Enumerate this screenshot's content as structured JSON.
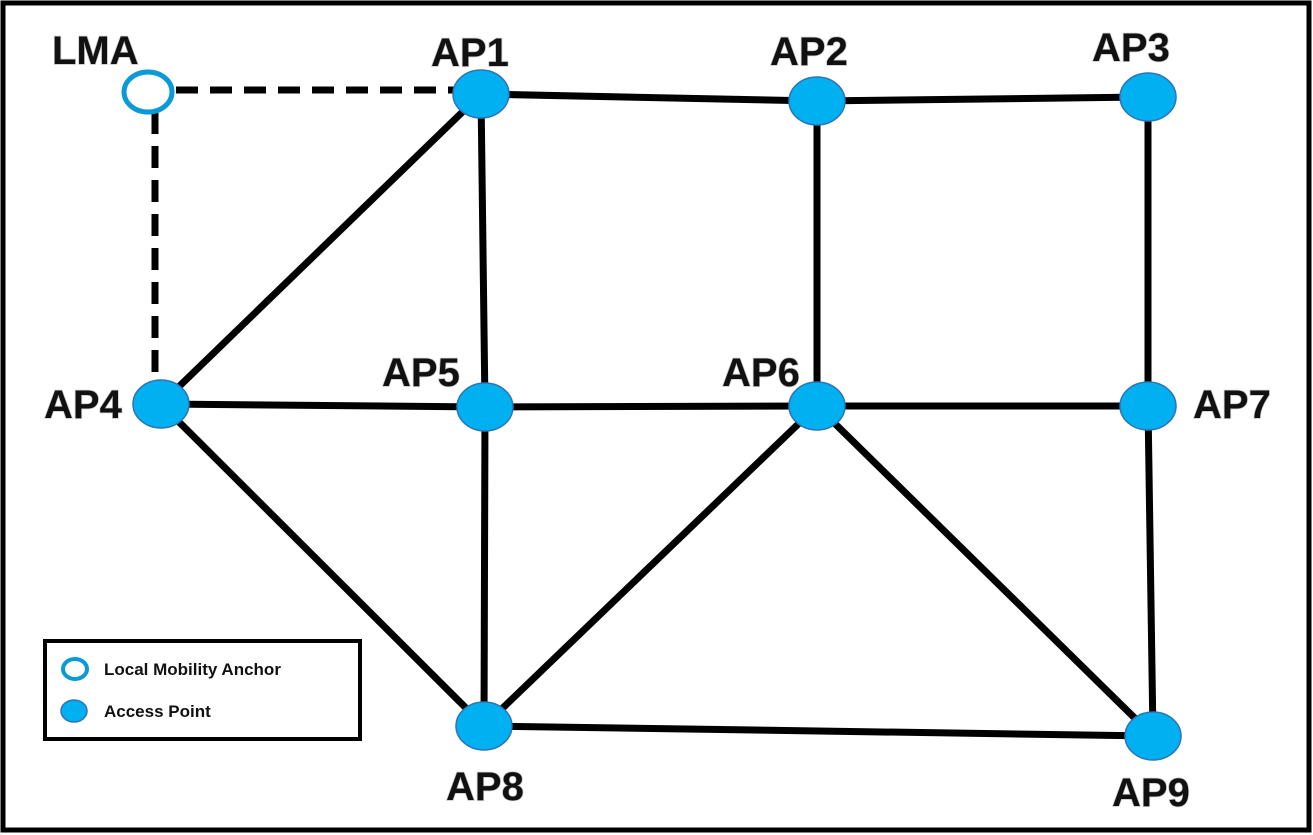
{
  "diagram": {
    "colors": {
      "frame": "#000000",
      "link": "#000000",
      "ap_fill": "#00b0f0",
      "ap_stroke": "#2e75b6",
      "lma_fill": "#ffffff",
      "lma_stroke": "#0a9ad8"
    },
    "nodes": {
      "LMA": {
        "label": "LMA",
        "type": "lma"
      },
      "AP1": {
        "label": "AP1",
        "type": "ap"
      },
      "AP2": {
        "label": "AP2",
        "type": "ap"
      },
      "AP3": {
        "label": "AP3",
        "type": "ap"
      },
      "AP4": {
        "label": "AP4",
        "type": "ap"
      },
      "AP5": {
        "label": "AP5",
        "type": "ap"
      },
      "AP6": {
        "label": "AP6",
        "type": "ap"
      },
      "AP7": {
        "label": "AP7",
        "type": "ap"
      },
      "AP8": {
        "label": "AP8",
        "type": "ap"
      },
      "AP9": {
        "label": "AP9",
        "type": "ap"
      }
    },
    "links": [
      {
        "from": "LMA",
        "to": "AP1",
        "style": "dashed"
      },
      {
        "from": "LMA",
        "to": "AP4",
        "style": "dashed"
      },
      {
        "from": "AP1",
        "to": "AP2",
        "style": "solid"
      },
      {
        "from": "AP2",
        "to": "AP3",
        "style": "solid"
      },
      {
        "from": "AP1",
        "to": "AP4",
        "style": "solid"
      },
      {
        "from": "AP1",
        "to": "AP5",
        "style": "solid"
      },
      {
        "from": "AP2",
        "to": "AP6",
        "style": "solid"
      },
      {
        "from": "AP3",
        "to": "AP7",
        "style": "solid"
      },
      {
        "from": "AP4",
        "to": "AP5",
        "style": "solid"
      },
      {
        "from": "AP5",
        "to": "AP6",
        "style": "solid"
      },
      {
        "from": "AP6",
        "to": "AP7",
        "style": "solid"
      },
      {
        "from": "AP4",
        "to": "AP8",
        "style": "solid"
      },
      {
        "from": "AP5",
        "to": "AP8",
        "style": "solid"
      },
      {
        "from": "AP6",
        "to": "AP8",
        "style": "solid"
      },
      {
        "from": "AP6",
        "to": "AP9",
        "style": "solid"
      },
      {
        "from": "AP7",
        "to": "AP9",
        "style": "solid"
      },
      {
        "from": "AP8",
        "to": "AP9",
        "style": "solid"
      }
    ]
  },
  "legend": {
    "lma_label": "Local Mobility Anchor",
    "ap_label": "Access Point"
  }
}
